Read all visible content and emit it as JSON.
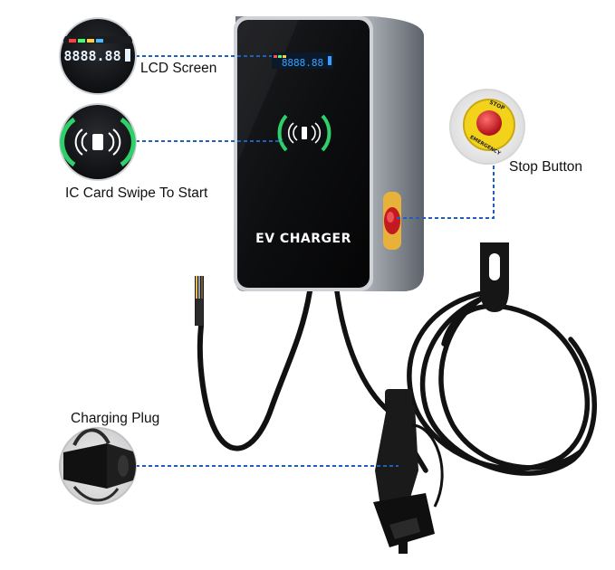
{
  "callouts": {
    "lcd_screen": "LCD Screen",
    "ic_card": "IC Card Swipe To Start",
    "stop_button": "Stop Button",
    "charging_plug": "Charging Plug"
  },
  "charger": {
    "brand_text": "EV CHARGER",
    "lcd_readout": "8888.88"
  },
  "stop_button_text": {
    "top": "STOP",
    "bottom": "EMERGENCY"
  },
  "colors": {
    "dashed_line": "#1f5fbf",
    "nfc_green": "#2ed06a",
    "lcd_blue": "#3aa0ff",
    "stop_red": "#d8262c",
    "stop_yellow": "#f3d21c"
  }
}
